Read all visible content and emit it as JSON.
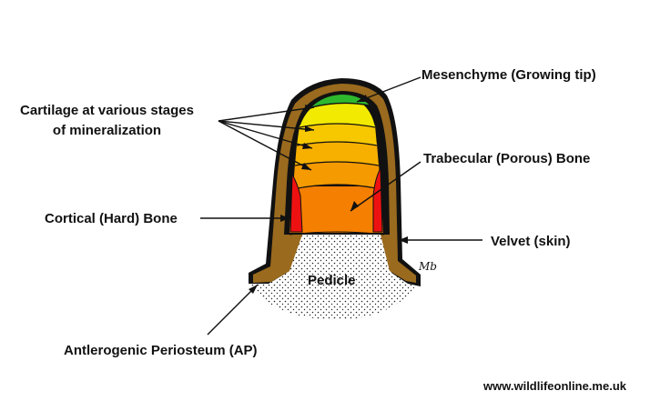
{
  "labels": {
    "mesenchyme": "Mesenchyme (Growing tip)",
    "cartilage_line1": "Cartilage at various stages",
    "cartilage_line2": "of mineralization",
    "trabecular": "Trabecular (Porous) Bone",
    "cortical": "Cortical (Hard) Bone",
    "velvet": "Velvet (skin)",
    "pedicle": "Pedicle",
    "periosteum": "Antlerogenic Periosteum (AP)",
    "signature": "Mb"
  },
  "footer": {
    "url": "www.wildlifeonline.me.uk"
  },
  "colors": {
    "velvet_outer": "#111111",
    "velvet_skin": "#9a6a1e",
    "mesenchyme": "#2eb82e",
    "cartilage_1": "#f2ea00",
    "cartilage_2": "#f7c800",
    "cartilage_3": "#f7b000",
    "cartilage_4": "#f59a00",
    "trabecular": "#f57f00",
    "cortical": "#ee1111",
    "pedicle_dots": "#222222"
  }
}
